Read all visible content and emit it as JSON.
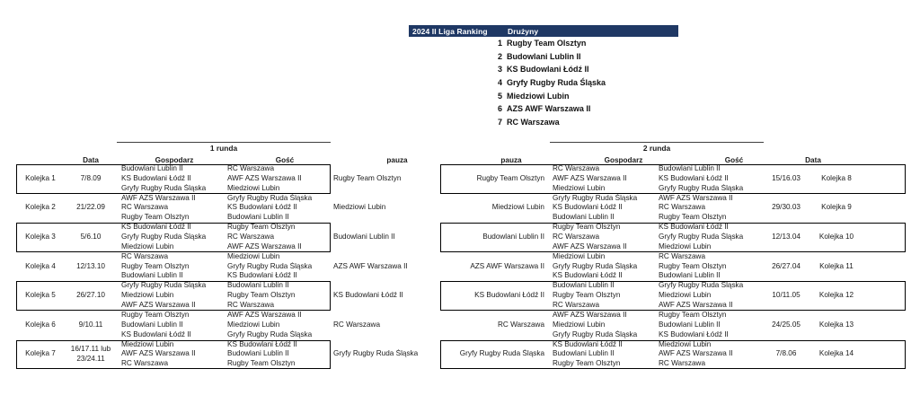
{
  "ranking": {
    "header_left": "2024 II Liga Ranking",
    "header_right": "Drużyny",
    "teams": [
      {
        "num": "1",
        "name": "Rugby Team Olsztyn"
      },
      {
        "num": "2",
        "name": "Budowlani Lublin II"
      },
      {
        "num": "3",
        "name": "KS Budowlani Łódź II"
      },
      {
        "num": "4",
        "name": "Gryfy Rugby Ruda Śląska"
      },
      {
        "num": "5",
        "name": "Miedziowi Lubin"
      },
      {
        "num": "6",
        "name": "AZS AWF Warszawa II"
      },
      {
        "num": "7",
        "name": "RC Warszawa"
      }
    ]
  },
  "schedule": {
    "round1_title": "1 runda",
    "round2_title": "2 runda",
    "headers": {
      "kolejka": "",
      "data": "Data",
      "gospodarz": "Gospodarz",
      "gosc": "Gość",
      "pauza": "pauza"
    },
    "round1": [
      {
        "kolejka": "Kolejka 1",
        "date": "7/8.09",
        "hosts": [
          "Budowlani Lublin II",
          "KS Budowlani Łódź II",
          "Gryfy Rugby Ruda Śląska"
        ],
        "guests": [
          "RC Warszawa",
          "AWF AZS Warszawa II",
          "Miedziowi Lubin"
        ],
        "pauza": "Rugby Team Olsztyn",
        "boxed": true
      },
      {
        "kolejka": "Kolejka 2",
        "date": "21/22.09",
        "hosts": [
          "AWF AZS Warszawa II",
          "RC Warszawa",
          "Rugby Team Olsztyn"
        ],
        "guests": [
          "Gryfy Rugby Ruda Śląska",
          "KS Budowlani Łódź II",
          "Budowlani Lublin II"
        ],
        "pauza": "Miedziowi Lubin",
        "boxed": false
      },
      {
        "kolejka": "Kolejka 3",
        "date": "5/6.10",
        "hosts": [
          "KS Budowlani Łódź II",
          "Gryfy Rugby Ruda Śląska",
          "Miedziowi Lubin"
        ],
        "guests": [
          "Rugby Team Olsztyn",
          "RC Warszawa",
          "AWF AZS Warszawa II"
        ],
        "pauza": "Budowlani Lublin II",
        "boxed": true
      },
      {
        "kolejka": "Kolejka 4",
        "date": "12/13.10",
        "hosts": [
          "RC Warszawa",
          "Rugby Team Olsztyn",
          "Budowlani Lublin II"
        ],
        "guests": [
          "Miedziowi Lubin",
          "Gryfy Rugby Ruda Śląska",
          "KS Budowlani Łódź II"
        ],
        "pauza": "AZS AWF Warszawa II",
        "boxed": false
      },
      {
        "kolejka": "Kolejka 5",
        "date": "26/27.10",
        "hosts": [
          "Gryfy Rugby Ruda Śląska",
          "Miedziowi Lubin",
          "AWF AZS Warszawa II"
        ],
        "guests": [
          "Budowlani Lublin II",
          "Rugby Team Olsztyn",
          "RC Warszawa"
        ],
        "pauza": "KS Budowlani Łódź II",
        "boxed": true
      },
      {
        "kolejka": "Kolejka 6",
        "date": "9/10.11",
        "hosts": [
          "Rugby Team Olsztyn",
          "Budowlani Lublin II",
          "KS Budowlani Łódź II"
        ],
        "guests": [
          "AWF AZS Warszawa II",
          "Miedziowi Lubin",
          "Gryfy Rugby Ruda Śląska"
        ],
        "pauza": "RC Warszawa",
        "boxed": false
      },
      {
        "kolejka": "Kolejka 7",
        "date": "16/17.11 lub 23/24.11",
        "hosts": [
          "Miedziowi Lubin",
          "AWF AZS Warszawa II",
          "RC Warszawa"
        ],
        "guests": [
          "KS Budowlani Łódź II",
          "Budowlani Lublin II",
          "Rugby Team Olsztyn"
        ],
        "pauza": "Gryfy Rugby Ruda Śląska",
        "boxed": true
      }
    ],
    "round2": [
      {
        "kolejka": "Kolejka 8",
        "date": "15/16.03",
        "pauza": "Rugby Team Olsztyn",
        "hosts": [
          "RC Warszawa",
          "AWF AZS Warszawa II",
          "Miedziowi Lubin"
        ],
        "guests": [
          "Budowlani Lublin II",
          "KS Budowlani Łódź II",
          "Gryfy Rugby Ruda Śląska"
        ],
        "boxed": true
      },
      {
        "kolejka": "Kolejka 9",
        "date": "29/30.03",
        "pauza": "Miedziowi Lubin",
        "hosts": [
          "Gryfy Rugby Ruda Śląska",
          "KS Budowlani Łódź II",
          "Budowlani Lublin II"
        ],
        "guests": [
          "AWF AZS Warszawa II",
          "RC Warszawa",
          "Rugby Team Olsztyn"
        ],
        "boxed": false
      },
      {
        "kolejka": "Kolejka 10",
        "date": "12/13.04",
        "pauza": "Budowlani Lublin II",
        "hosts": [
          "Rugby Team Olsztyn",
          "RC Warszawa",
          "AWF AZS Warszawa II"
        ],
        "guests": [
          "KS Budowlani Łódź II",
          "Gryfy Rugby Ruda Śląska",
          "Miedziowi Lubin"
        ],
        "boxed": true
      },
      {
        "kolejka": "Kolejka 11",
        "date": "26/27.04",
        "pauza": "AZS AWF Warszawa II",
        "hosts": [
          "Miedziowi Lubin",
          "Gryfy Rugby Ruda Śląska",
          "KS Budowlani Łódź II"
        ],
        "guests": [
          "RC Warszawa",
          "Rugby Team Olsztyn",
          "Budowlani Lublin II"
        ],
        "boxed": false
      },
      {
        "kolejka": "Kolejka 12",
        "date": "10/11.05",
        "pauza": "KS Budowlani Łódź II",
        "hosts": [
          "Budowlani Lublin II",
          "Rugby Team Olsztyn",
          "RC Warszawa"
        ],
        "guests": [
          "Gryfy Rugby Ruda Śląska",
          "Miedziowi Lubin",
          "AWF AZS Warszawa II"
        ],
        "boxed": true
      },
      {
        "kolejka": "Kolejka 13",
        "date": "24/25.05",
        "pauza": "RC Warszawa",
        "hosts": [
          "AWF AZS Warszawa II",
          "Miedziowi Lubin",
          "Gryfy Rugby Ruda Śląska"
        ],
        "guests": [
          "Rugby Team Olsztyn",
          "Budowlani Lublin II",
          "KS Budowlani Łódź II"
        ],
        "boxed": false
      },
      {
        "kolejka": "Kolejka 14",
        "date": "7/8.06",
        "pauza": "Gryfy Rugby Ruda Śląska",
        "hosts": [
          "KS Budowlani Łódź II",
          "Budowlani Lublin II",
          "Rugby Team Olsztyn"
        ],
        "guests": [
          "Miedziowi Lubin",
          "AWF AZS Warszawa II",
          "RC Warszawa"
        ],
        "boxed": true
      }
    ]
  },
  "colors": {
    "header_bg": "#1F3864",
    "header_text": "#ffffff",
    "box_border": "#000000",
    "rule": "#3f3f3f"
  }
}
